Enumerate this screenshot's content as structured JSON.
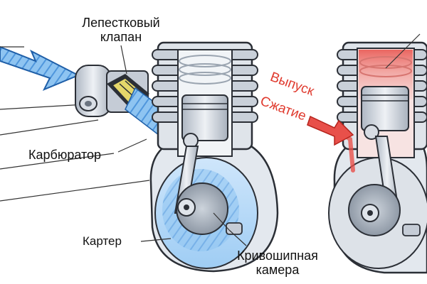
{
  "labels": {
    "reed_valve": "Лепестковый\nклапан",
    "carburetor": "Карбюратор",
    "crankcase": "Картер",
    "crank_chamber": "Кривошипная\nкамера",
    "exhaust": "Выпуск",
    "compression": "Сжатие"
  },
  "colors": {
    "intake_flow": "#6aaee8",
    "exhaust_heat": "#e8504a",
    "metal": "#cfd6df",
    "outline": "#2b2f36",
    "leader_line": "#333333"
  }
}
